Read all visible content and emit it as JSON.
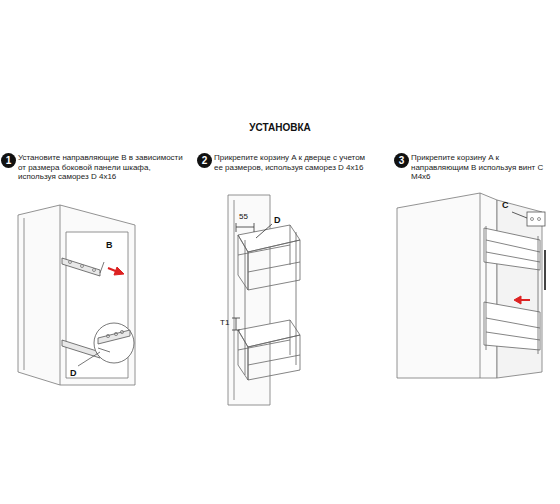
{
  "diagram": {
    "title": "УСТАНОВКА",
    "nodes": [
      {
        "text": [
          "1"
        ]
      },
      {
        "text": [
          "2"
        ]
      },
      {
        "text": [
          "3"
        ]
      }
    ],
    "edges": [],
    "labels": [
      "Установите направляющие B в зависимости от размера боковой панели шкафа, используя саморез D 4x16",
      "Прикрепите корзину A к дверце с учетом ее размеров, используя саморез D 4x16",
      "Прикрепите корзину A к направляющим B используя винт C M4x6",
      "B",
      "D",
      "55",
      "D",
      "T1",
      "C"
    ]
  }
}
